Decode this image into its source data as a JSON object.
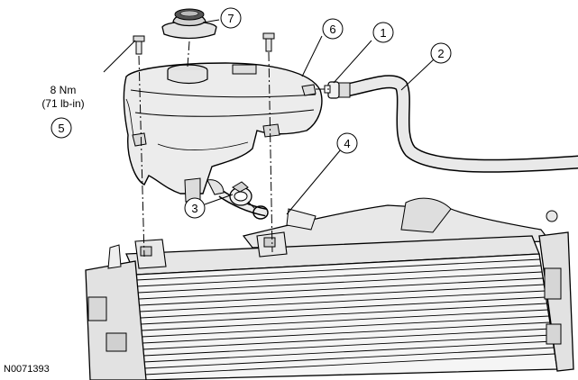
{
  "callouts": [
    {
      "number": "1"
    },
    {
      "number": "2"
    },
    {
      "number": "3"
    },
    {
      "number": "4"
    },
    {
      "number": "5"
    },
    {
      "number": "6"
    },
    {
      "number": "7"
    }
  ],
  "torque": {
    "line1": "8 Nm",
    "line2": "(71 lb-in)"
  },
  "figure_id": "N0071393",
  "colors": {
    "part_fill": "#e6e6e6",
    "part_shade": "#cfcfcf",
    "line": "#000000"
  }
}
